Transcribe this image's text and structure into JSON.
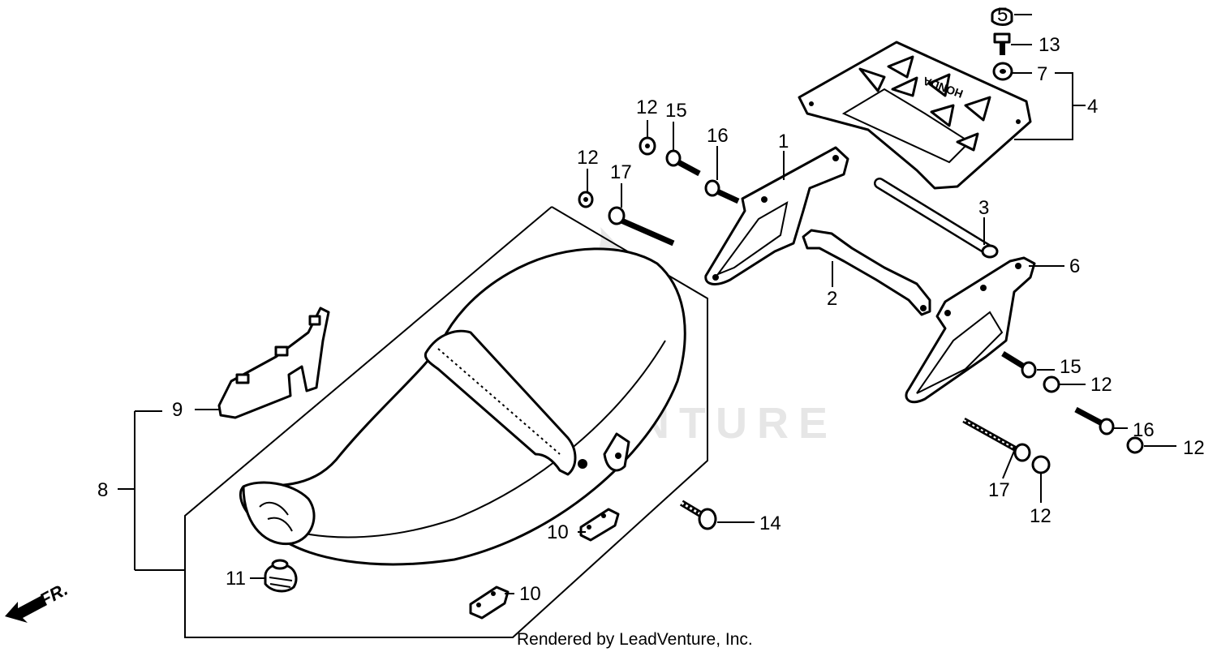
{
  "diagram": {
    "brand_stamp": "HONDA",
    "watermark": "LEADVENTURE",
    "credit": "Rendered by LeadVenture, Inc.",
    "front_indicator": "FR.",
    "callouts": {
      "c1": "1",
      "c2": "2",
      "c3": "3",
      "c4": "4",
      "c5": "5",
      "c6": "6",
      "c7": "7",
      "c8": "8",
      "c9": "9",
      "c10a": "10",
      "c10b": "10",
      "c11": "11",
      "c12a": "12",
      "c12b": "12",
      "c12c": "12",
      "c12d": "12",
      "c12e": "12",
      "c13": "13",
      "c14": "14",
      "c15a": "15",
      "c15b": "15",
      "c16a": "16",
      "c16b": "16",
      "c17a": "17",
      "c17b": "17"
    }
  }
}
